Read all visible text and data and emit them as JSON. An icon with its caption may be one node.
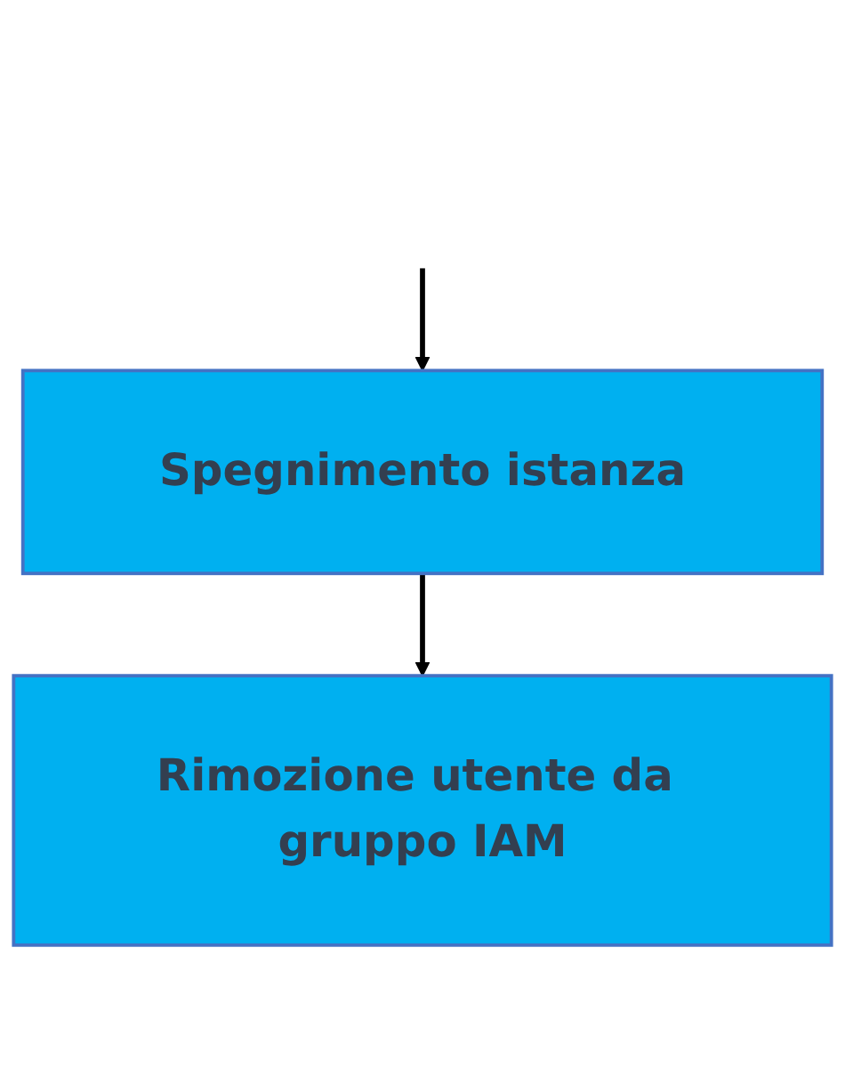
{
  "diagram": {
    "nodes": [
      {
        "text": [
          "Spegnimento istanza"
        ]
      },
      {
        "text": [
          "Rimozione utente da gruppo IAM"
        ]
      }
    ],
    "edges": [
      {
        "from": null,
        "to": 0,
        "arrow": "to"
      },
      {
        "from": 0,
        "to": 1,
        "arrow": "to"
      }
    ]
  }
}
